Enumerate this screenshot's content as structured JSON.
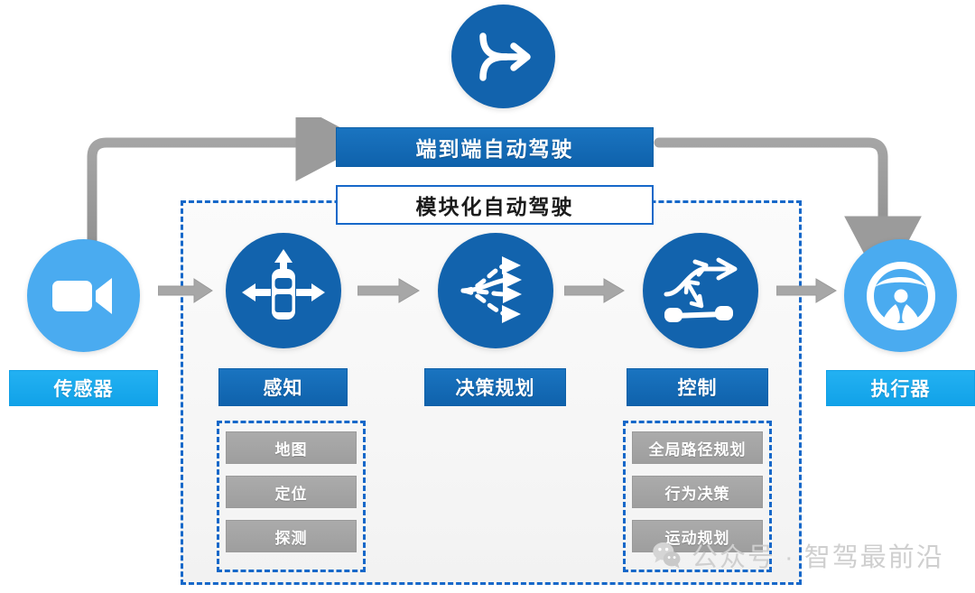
{
  "diagram": {
    "top_icon": {
      "name": "merge-arrow-icon"
    },
    "e2e": {
      "label": "端到端自动驾驶"
    },
    "modular": {
      "label": "模块化自动驾驶"
    },
    "sensor": {
      "label": "传感器",
      "icon": "camera-icon"
    },
    "actuator": {
      "label": "执行器",
      "icon": "steering-wheel-icon"
    },
    "stages": [
      {
        "key": "perception",
        "label": "感知",
        "icon": "car-with-arrows-icon",
        "subitems": [
          "地图",
          "定位",
          "探测"
        ]
      },
      {
        "key": "planning",
        "label": "决策规划",
        "icon": "trajectory-fan-icon",
        "subitems": []
      },
      {
        "key": "control",
        "label": "控制",
        "icon": "control-curve-icon",
        "subitems": [
          "全局路径规划",
          "行为决策",
          "运动规划"
        ]
      }
    ],
    "watermark": {
      "text": "公众号 · 智驾最前沿",
      "icon": "wechat-icon"
    },
    "colors": {
      "blue_dark": "#0f62ac",
      "blue_circle": "#1263ad",
      "blue_light": "#4aabf0",
      "cyan_bar": "#11a2e8",
      "dashed_border": "#1668c9",
      "gray_chip": "#9e9e9e",
      "gray_arrow": "#9b9b9b"
    }
  }
}
